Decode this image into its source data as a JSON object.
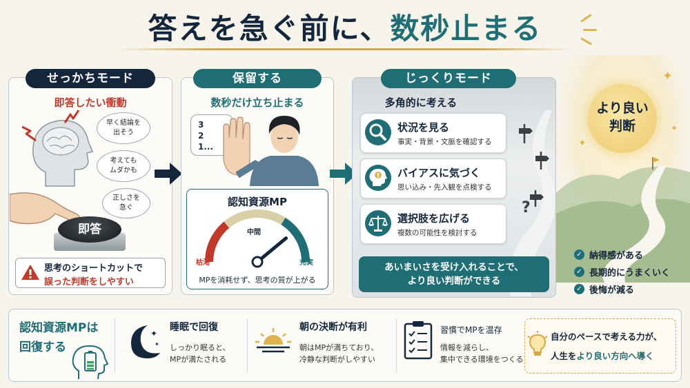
{
  "title": {
    "main": "答えを急ぐ前に、",
    "accent": "数秒止まる"
  },
  "left": {
    "header": "せっかちモード",
    "subtitle": "即答したい衝動",
    "bubbles": [
      "早く結論を出そう",
      "考えてもムダかも",
      "正しさを急ぐ"
    ],
    "button_label": "即答",
    "warning_line1": "思考のショートカットで",
    "warning_line2_red": "誤った判断をしやすい"
  },
  "middle": {
    "header": "保留する",
    "subtitle": "数秒だけ立ち止まる",
    "countdown": [
      "3",
      "2",
      "1..."
    ],
    "gauge_title": "認知資源MP",
    "gauge_mid": "中間",
    "gauge_low": "枯渇",
    "gauge_high": "充実",
    "gauge_value": 0.78,
    "gauge_caption": "MPを消耗せず、思考の質が上がる"
  },
  "right": {
    "header": "じっくりモード",
    "subtitle": "多角的に考える",
    "cards": [
      {
        "title": "状況を見る",
        "desc": "事実・背景・文脈を確認する",
        "icon": "magnifier-icon"
      },
      {
        "title": "バイアスに気づく",
        "desc": "思い込み・先入観を点検する",
        "icon": "head-alert-icon"
      },
      {
        "title": "選択肢を広げる",
        "desc": "複数の可能性を検討する",
        "icon": "scale-icon"
      }
    ],
    "conclusion_line1": "あいまいさを受け入れることで、",
    "conclusion_line2": "より良い判断ができる"
  },
  "outcome": {
    "badge_line1": "より良い",
    "badge_line2": "判断",
    "benefits": [
      "納得感がある",
      "長期的にうまくいく",
      "後悔が減る"
    ]
  },
  "bottom": {
    "recover_line1": "認知資源MPは",
    "recover_line2": "回復する",
    "items": [
      {
        "title": "睡眠で回復",
        "desc1": "しっかり眠ると、",
        "desc2": "MPが満たされる"
      },
      {
        "title": "朝の決断が有利",
        "desc1": "朝はMPが満ちており、",
        "desc2": "冷静な判断がしやすい"
      },
      {
        "title": "習慣でMPを温存",
        "desc1": "情報を減らし、",
        "desc2": "集中できる環境をつくる"
      }
    ],
    "closing_line1": "自分のペースで考える力が、",
    "closing_line2_pre": "人生を",
    "closing_line2_accent": "より良い方向へ導く"
  },
  "colors": {
    "navy": "#14263b",
    "teal": "#1f6e75",
    "red": "#c0392b",
    "gold": "#d6a846"
  }
}
